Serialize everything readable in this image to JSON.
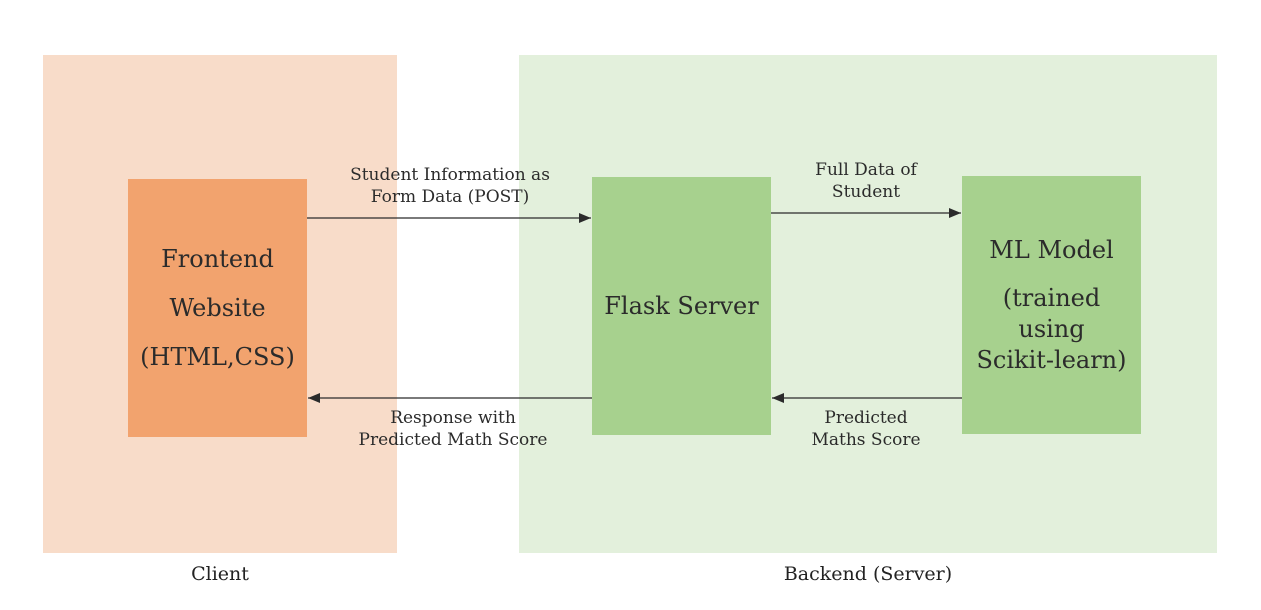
{
  "zones": {
    "client": "Client",
    "backend": "Backend (Server)"
  },
  "nodes": {
    "frontend": {
      "lines": [
        "Frontend",
        "Website",
        "(HTML,CSS)"
      ]
    },
    "flask": {
      "label": "Flask Server"
    },
    "ml": {
      "title": "ML Model",
      "lines": [
        "(trained",
        "using",
        "Scikit-learn)"
      ]
    }
  },
  "edges": {
    "request": [
      "Student Information as",
      "Form Data (POST)"
    ],
    "response": [
      "Response with",
      "Predicted Math Score"
    ],
    "full_data": [
      "Full Data of",
      "Student"
    ],
    "predicted": [
      "Predicted",
      "Maths Score"
    ]
  },
  "colors": {
    "client_zone": "#f8dcc9",
    "backend_zone": "#e3f0dc",
    "frontend_box": "#f2a36e",
    "server_box": "#a7d18e",
    "arrow": "#2b2b2b"
  }
}
